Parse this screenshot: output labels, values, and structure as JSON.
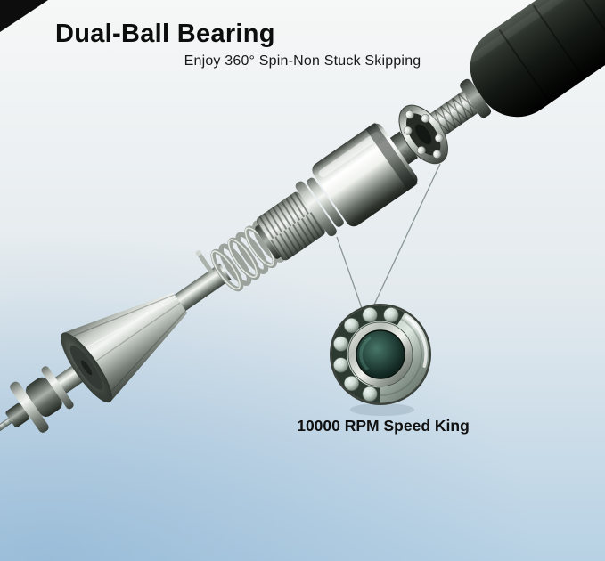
{
  "page": {
    "title": "Dual-Ball Bearing",
    "subtitle": "Enjoy 360° Spin-Non Stuck Skipping",
    "caption": "10000 RPM Speed King"
  },
  "colors": {
    "background_top": "#f6f7f7",
    "background_bottom": "#b7d1e4",
    "title_text": "#0d0d0d",
    "subtitle_text": "#191919",
    "caption_text": "#101010",
    "handle_black": "#141814",
    "bore_green": "#48766a",
    "leader_line": "#8a9694"
  },
  "figure": {
    "parts": [
      "steel-cable",
      "cable-ferrule",
      "cone-connector",
      "spring-coil",
      "threaded-collar",
      "flange-discs",
      "bearing-housing",
      "inline-ball-bearing",
      "knurled-shaft",
      "foam-handle",
      "ball-bearing-closeup"
    ]
  }
}
